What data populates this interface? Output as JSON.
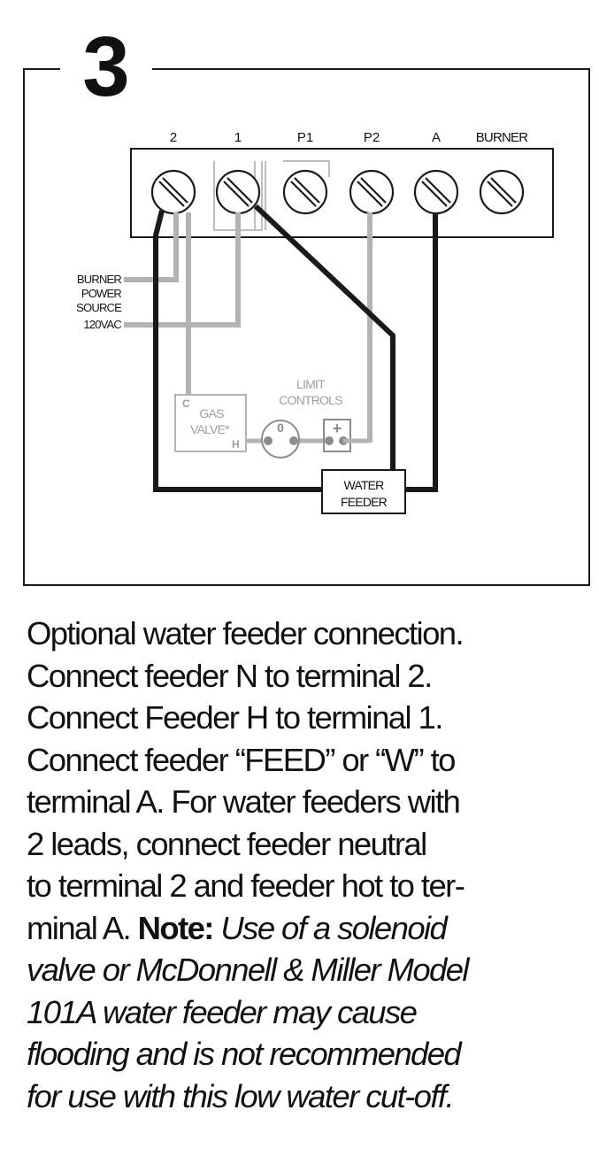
{
  "diagram": {
    "step_number": "3",
    "terminals": [
      "2",
      "1",
      "P1",
      "P2",
      "A",
      "BURNER"
    ],
    "power_source_lines": [
      "BURNER",
      "POWER",
      "SOURCE",
      "120VAC"
    ],
    "gas_valve": {
      "lines": [
        "GAS",
        "VALVE*"
      ],
      "c_label": "C",
      "h_label": "H"
    },
    "limit_controls_lines": [
      "LIMIT",
      "CONTROLS"
    ],
    "switch_zero": "0",
    "switch_plus": "+",
    "water_feeder_lines": [
      "WATER",
      "FEEDER"
    ],
    "colors": {
      "black_wire": "#1a1a1a",
      "gray_wire": "#b3b3b3",
      "ghost_component": "#bdbdbd"
    }
  },
  "instructions": {
    "line1": "Optional water feeder connection.",
    "line2": "Connect feeder N to terminal 2.",
    "line3": "Connect Feeder H to terminal 1.",
    "line4": "Connect feeder “FEED” or “W” to",
    "line5": "terminal A. For water feeders with",
    "line6": "2 leads, connect feeder neutral",
    "line7": "to terminal 2 and feeder hot to ter-",
    "line8_plain": "minal A.",
    "note_label": "Note:",
    "line8_italic": "Use of a solenoid",
    "line9": "valve or McDonnell & Miller Model",
    "line10": "101A water feeder may cause",
    "line11": "flooding and is not recommended",
    "line12": "for use with this low water cut-off."
  }
}
